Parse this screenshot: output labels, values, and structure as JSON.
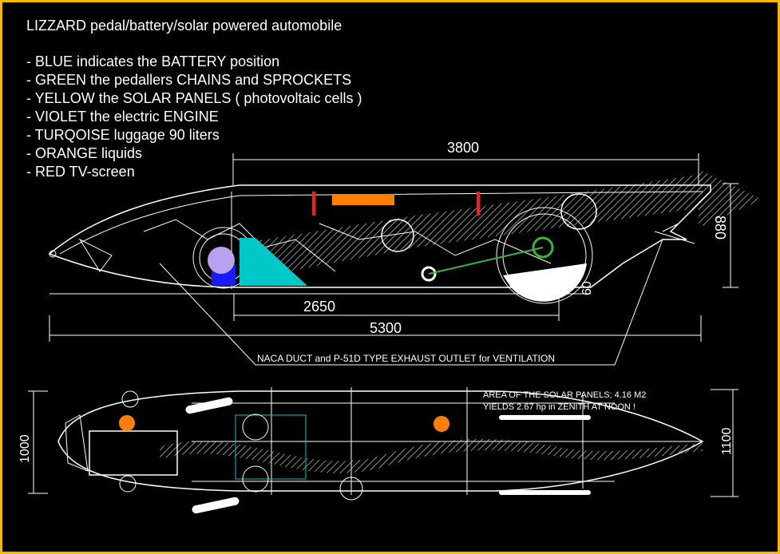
{
  "title": "LIZZARD pedal/battery/solar powered automobile",
  "legend": [
    "- BLUE indicates the BATTERY position",
    "- GREEN the pedallers CHAINS and SPROCKETS",
    "- YELLOW the SOLAR PANELS ( photovoltaic cells )",
    "- VIOLET the electric ENGINE",
    "- TURQOISE luggage 90 liters",
    "- ORANGE liquids",
    "- RED TV-screen"
  ],
  "dimensions": {
    "overall_upper": "3800",
    "wheelbase": "2650",
    "overall_length": "5300",
    "height": "880",
    "ground_clearance": "60",
    "plan_width_left": "1000",
    "plan_width_right": "1100"
  },
  "notes": {
    "naca": "NACA DUCT and P-51D TYPE EXHAUST OUTLET for VENTILATION",
    "solar_area": "AREA OF THE SOLAR PANELS; 4.16 M2",
    "solar_yield": "YIELDS 2.67 hp in ZENITH AT NOON !"
  },
  "colors": {
    "frame": "#f5b800",
    "battery": "#1a1aff",
    "chains": "#3cb43c",
    "engine": "#b9a0f0",
    "luggage": "#00c8c8",
    "liquids": "#ff7f00",
    "tv": "#ff1a1a"
  }
}
